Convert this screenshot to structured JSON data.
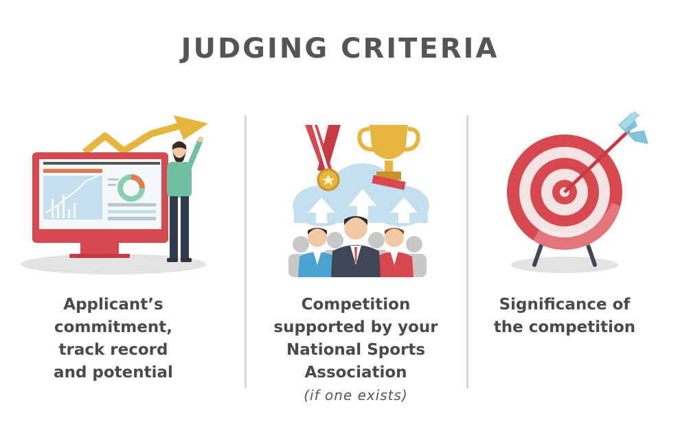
{
  "title": "JUDGING CRITERIA",
  "criteria": [
    {
      "icon": "monitor-analytics-icon",
      "lines": [
        "Applicant’s",
        "commitment,",
        "track record",
        "and potential"
      ]
    },
    {
      "icon": "medal-trophy-people-icon",
      "lines": [
        "Competition",
        "supported by your",
        "National Sports",
        "Association"
      ],
      "note": "(if one exists)"
    },
    {
      "icon": "target-arrow-icon",
      "lines": [
        "Significance of",
        "the competition"
      ]
    }
  ],
  "colors": {
    "accent_red": "#d8484f",
    "gold": "#e6b53d",
    "sky": "#c4e0ef",
    "text": "#4a4a4a"
  }
}
